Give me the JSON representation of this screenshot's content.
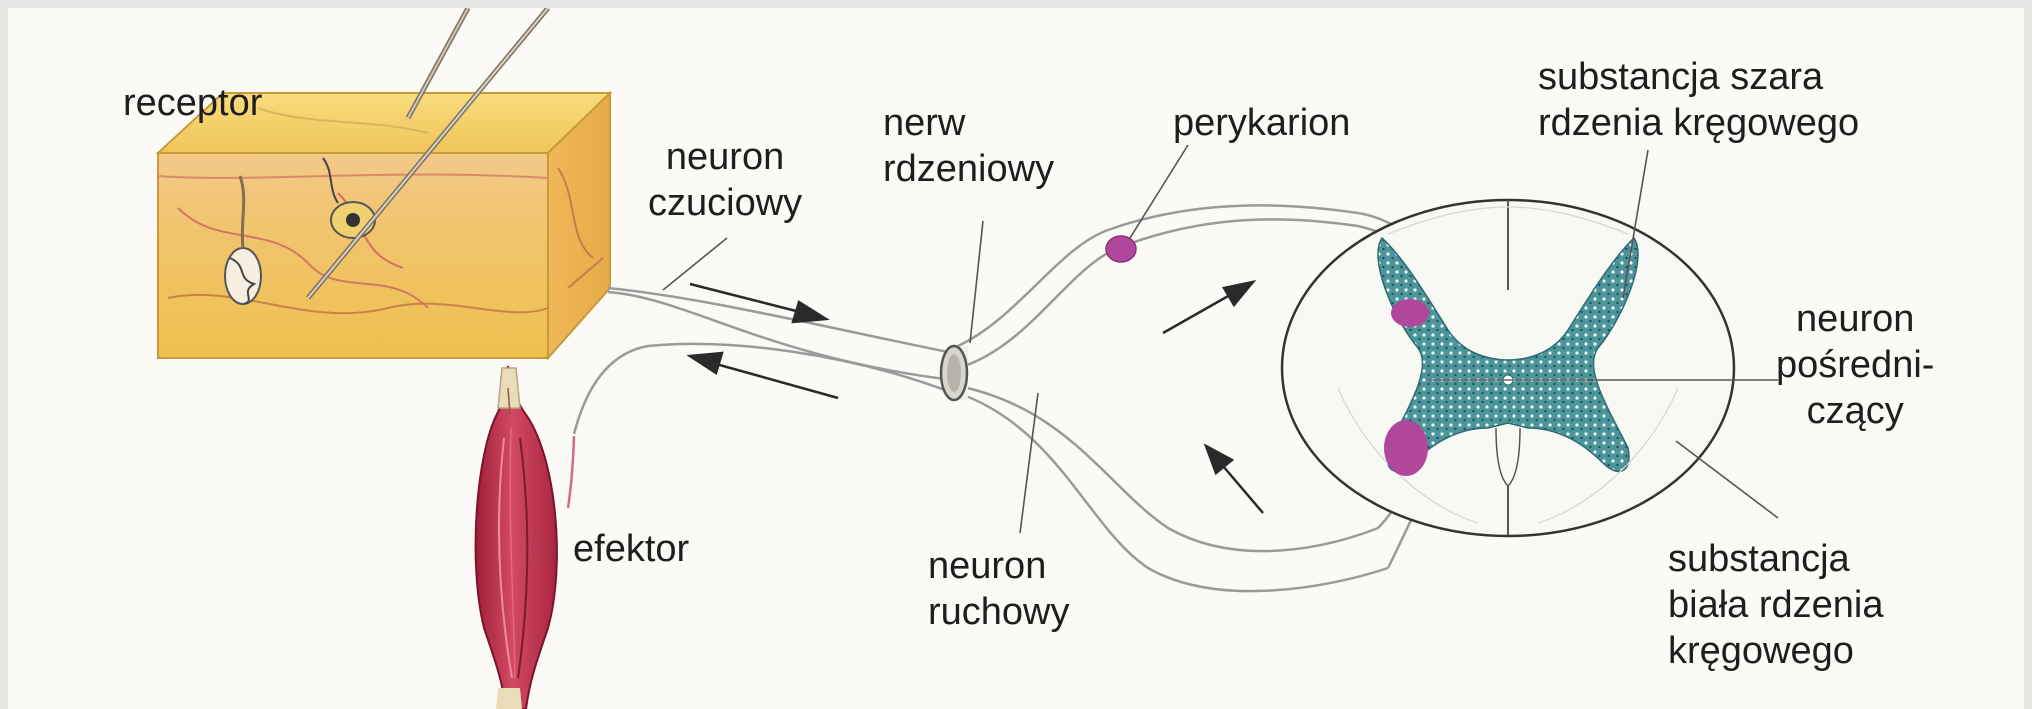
{
  "labels": {
    "receptor": "receptor",
    "sensory_neuron": [
      "neuron",
      "czuciowy"
    ],
    "spinal_nerve": [
      "nerw",
      "rdzeniowy"
    ],
    "perikaryon": "perykarion",
    "gray_matter": [
      "substancja szara",
      "rdzenia kręgowego"
    ],
    "interneuron": [
      "neuron",
      "pośredni-",
      "czący"
    ],
    "effector": "efektor",
    "motor_neuron": [
      "neuron",
      "ruchowy"
    ],
    "white_matter": [
      "substancja",
      "biała rdzenia",
      "kręgowego"
    ]
  },
  "colors": {
    "background": "#fbfaf6",
    "skin": "#f2c95a",
    "skin_dark": "#e4a93a",
    "muscle": "#c4324a",
    "gray_matter": "#3f8e95",
    "cell_body": "#b0479a",
    "nerve_line": "#9a9a9a",
    "arrow": "#2a2a2a"
  }
}
